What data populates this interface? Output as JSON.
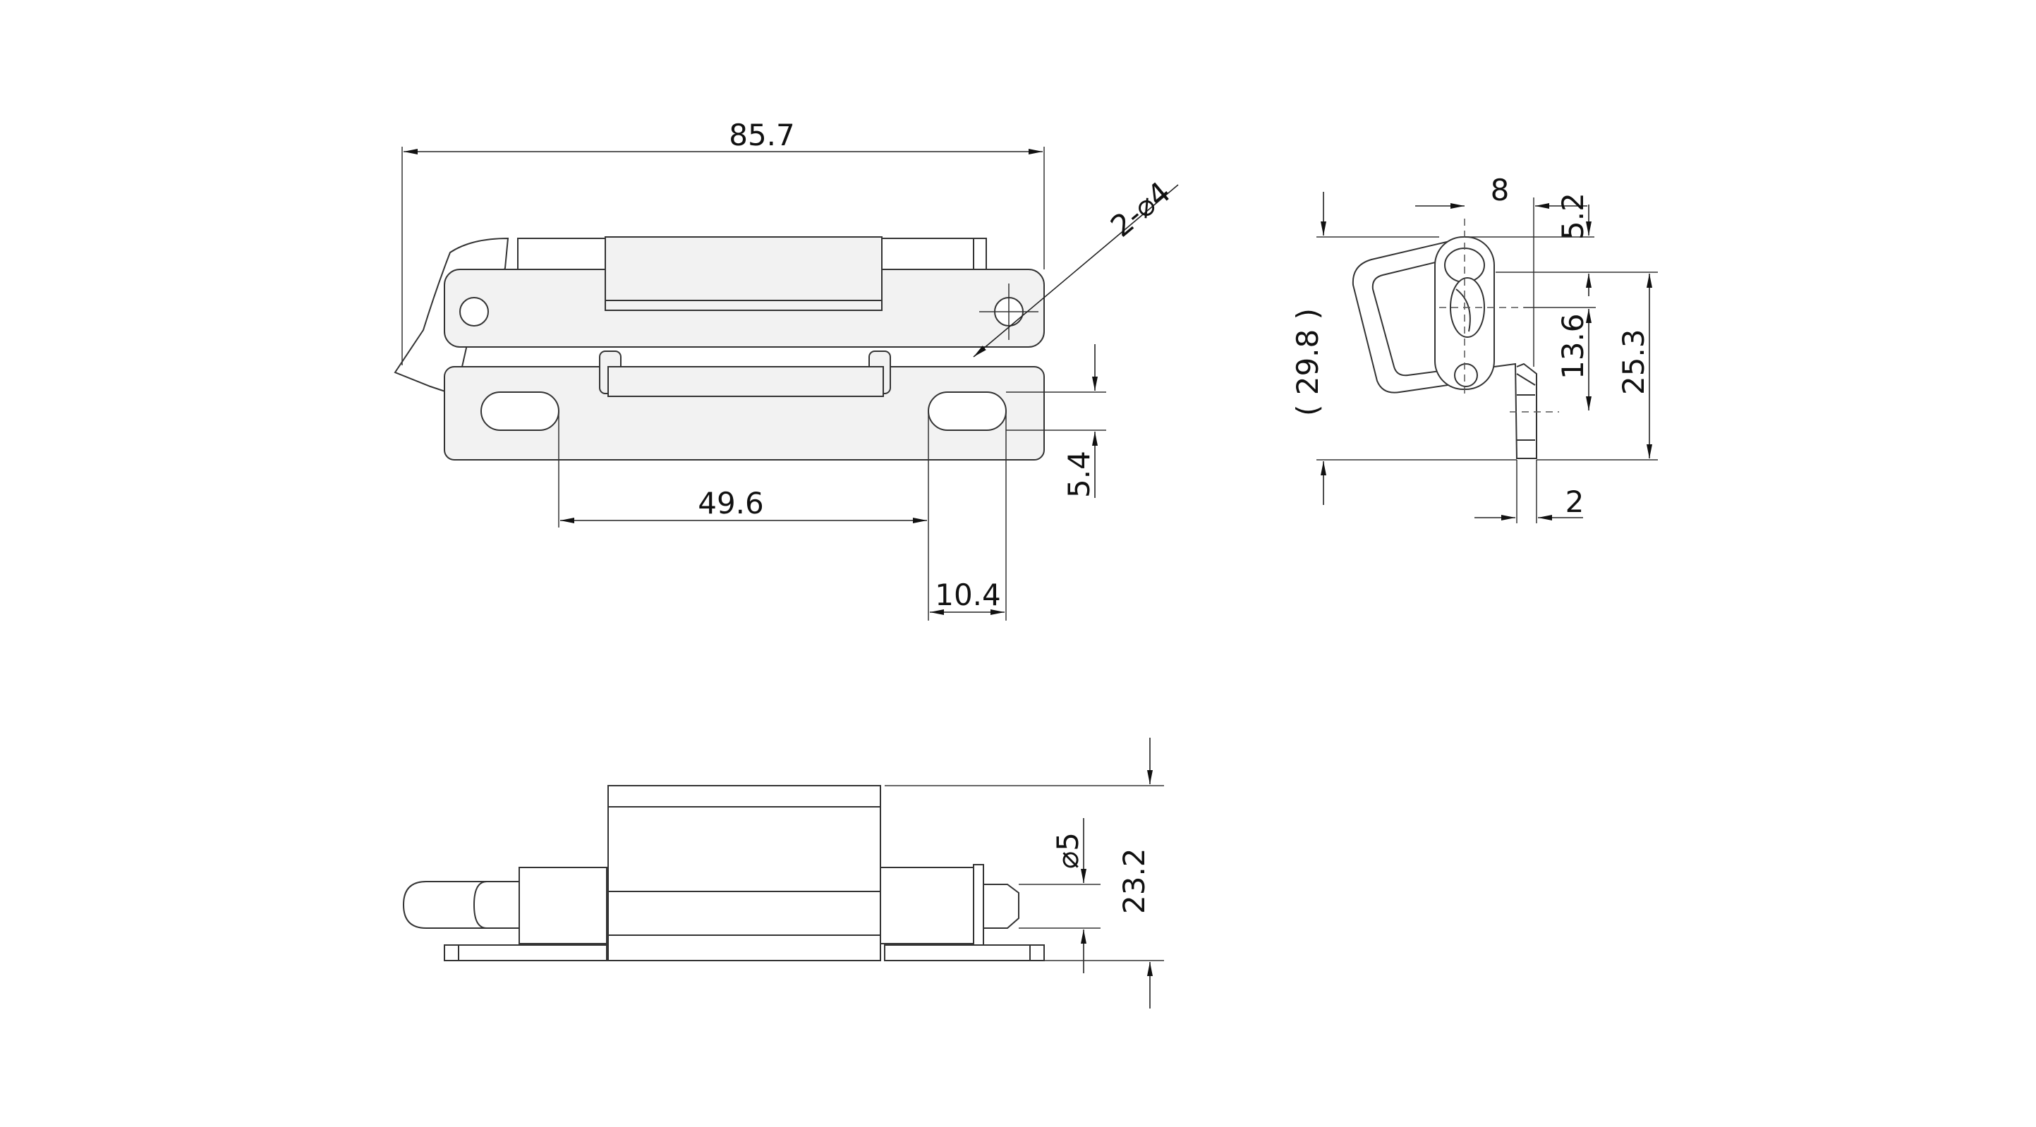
{
  "title": "",
  "views": {
    "front": {
      "overall_length": "85.7",
      "hole_note_prefix": "2-",
      "hole_note_symbol": "⌀",
      "hole_note_value": "4",
      "slot_spacing": "49.6",
      "slot_width": "5.4",
      "slot_length": "10.4"
    },
    "side": {
      "hook_offset": "8",
      "top_offset": "5.2",
      "pivot_height": "13.6",
      "overall_height": "25.3",
      "reference_height": "( 29.8 )",
      "plate_thickness": "2"
    },
    "bottom": {
      "pin_symbol": "⌀",
      "pin_diameter": "5",
      "overall_height": "23.2"
    }
  }
}
